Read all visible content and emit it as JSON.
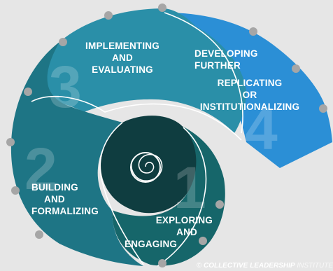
{
  "stages": [
    {
      "number": "1",
      "lines": [
        "EXPLORING",
        "AND",
        "ENGAGING"
      ]
    },
    {
      "number": "2",
      "lines": [
        "BUILDING",
        "AND",
        "FORMALIZING"
      ]
    },
    {
      "number": "3",
      "lines": [
        "IMPLEMENTING",
        "AND",
        "EVALUATING"
      ]
    },
    {
      "number": "4",
      "top_lines": [
        "DEVELOPING",
        "FURTHER"
      ],
      "lines": [
        "REPLICATING",
        "OR",
        "INSTITUTIONALIZING"
      ]
    }
  ],
  "credit": {
    "symbol": "©",
    "org": "COLLECTIVE LEADERSHIP",
    "tail": "INSTITUTE"
  },
  "colors": {
    "background": "#e6e6e6",
    "stage1": "#1a5c5c",
    "stage2": "#1e7585",
    "stage3": "#2a8fa8",
    "stage4": "#2b8fd6",
    "core": "#0f3d40",
    "dots": "#a6a6a6"
  }
}
